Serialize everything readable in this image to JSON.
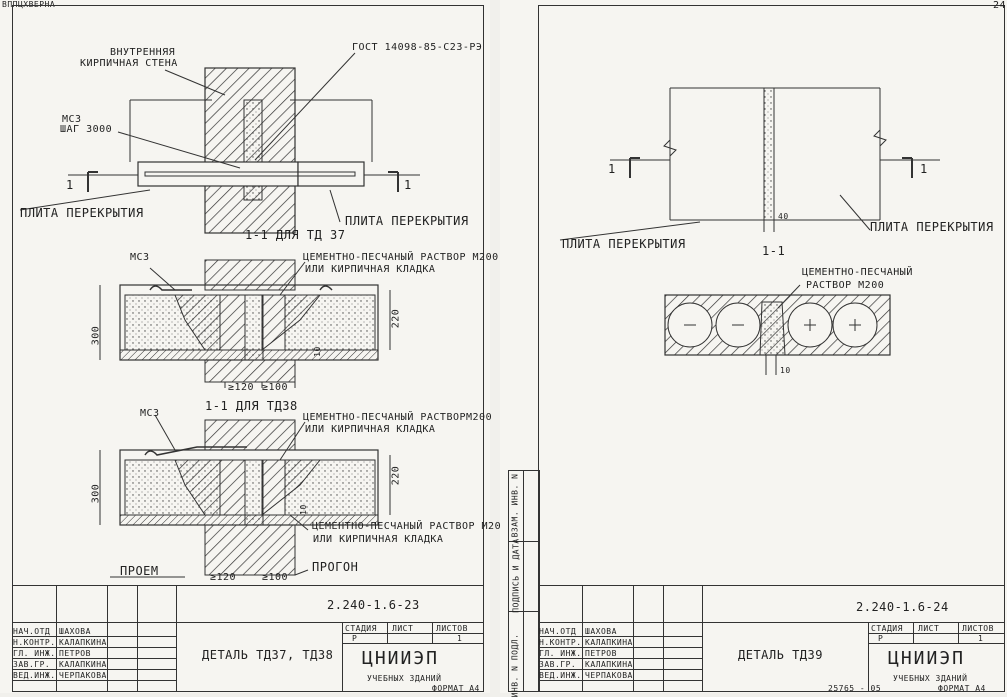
{
  "left_sheet": {
    "corner_text": "ВППЦХВЕРНА",
    "labels": {
      "inner_wall": "Внутренняя",
      "inner_wall_2": "кирпичная стена",
      "gost": "ГОСТ 14098-85-С23-Рэ",
      "ms3": "МС3",
      "step": "шаг 3000",
      "section_mark_left": "1",
      "section_mark_right": "1",
      "slab_left": "Плита перекрытия",
      "slab_right": "Плита перекрытия",
      "section_td37": "1-1 для ТД 37",
      "ms3_b": "МС3",
      "mortar_a": "Цементно-песчаный раствор М200",
      "mortar_a2": "или кирпичная кладка",
      "dim_300_a": "300",
      "dim_220_a": "220",
      "dim_10_a": "10",
      "dim_120_a": "≥120",
      "dim_100_a": "≥100",
      "section_td38": "1-1 для ТД38",
      "ms3_c": "МС3",
      "mortar_b": "Цементно-песчаный растворМ200",
      "mortar_b2": "или кирпичная кладка",
      "dim_300_b": "300",
      "dim_220_b": "220",
      "dim_10_b": "10",
      "mortar_c": "Цементно-песчаный раствор М200",
      "mortar_c2": "или кирпичная кладка",
      "opening": "Проем",
      "dim_120_b": "≥120",
      "dim_100_b": "≥100",
      "purlin": "Прогон"
    },
    "titleblock": {
      "code": "2.240-1.6-23",
      "title": "Деталь ТД37, ТД38",
      "stage_h": "Стадия",
      "sheet_h": "Лист",
      "sheets_h": "Листов",
      "stage": "Р",
      "sheet": "1",
      "org": "ЦНИИЭП",
      "org_sub": "учебных зданий",
      "format": "Формат А4",
      "rows": [
        {
          "role": "Нач.отд",
          "name": "Шахова"
        },
        {
          "role": "Н.контр.",
          "name": "Калапкина"
        },
        {
          "role": "Гл. инж.",
          "name": "Петров"
        },
        {
          "role": "Зав.гр.",
          "name": "Калапкина"
        },
        {
          "role": "Вед.инж.",
          "name": "Черпакова"
        }
      ]
    }
  },
  "right_sheet": {
    "page_number": "24",
    "labels": {
      "section_mark_left": "1",
      "section_mark_right": "1",
      "dim_40": "40",
      "slab_left": "Плита перекрытия",
      "slab_right": "Плита перекрытия",
      "section_1_1": "1-1",
      "mortar": "Цементно-песчаный",
      "mortar2": "раствор М200",
      "dim_10": "10"
    },
    "side_stamp": [
      "Инв. N подл.",
      "Подпись и дата",
      "Взам. инв. N"
    ],
    "titleblock": {
      "code": "2.240-1.6-24",
      "title": "Деталь ТД39",
      "stage_h": "Стадия",
      "sheet_h": "Лист",
      "sheets_h": "Листов",
      "stage": "Р",
      "sheet": "1",
      "org": "ЦНИИЭП",
      "org_sub": "учебных зданий",
      "format": "Формат А4",
      "bottom_num": "25765 - 05",
      "rows": [
        {
          "role": "Нач.отд",
          "name": "Шахова"
        },
        {
          "role": "Н.контр.",
          "name": "Калапкина"
        },
        {
          "role": "Гл. инж.",
          "name": "Петров"
        },
        {
          "role": "Зав.гр.",
          "name": "Калапкина"
        },
        {
          "role": "Вед.инж.",
          "name": "Черпакова"
        }
      ]
    }
  }
}
